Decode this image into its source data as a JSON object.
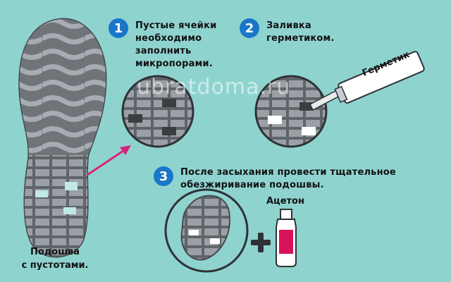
{
  "steps": [
    {
      "number": "1",
      "text": "Пустые ячейки\nнеобходимо\nзаполнить\nмикропорами."
    },
    {
      "number": "2",
      "text": "Заливка\nгерметиком."
    },
    {
      "number": "3",
      "text": "После засыхания провести тщательное\nобезжиривание подошвы."
    }
  ],
  "labels": {
    "sole_caption": "Подошва\nс пустотами.",
    "sealant": "Герметик",
    "acetone": "Ацетон",
    "plus": "+",
    "watermark": "ubratdoma.ru"
  },
  "colors": {
    "background": "#8fd3cf",
    "badge": "#1976c8",
    "sole": "#6f7479",
    "arrow": "#d6247a",
    "bottle_label": "#d6125a"
  }
}
